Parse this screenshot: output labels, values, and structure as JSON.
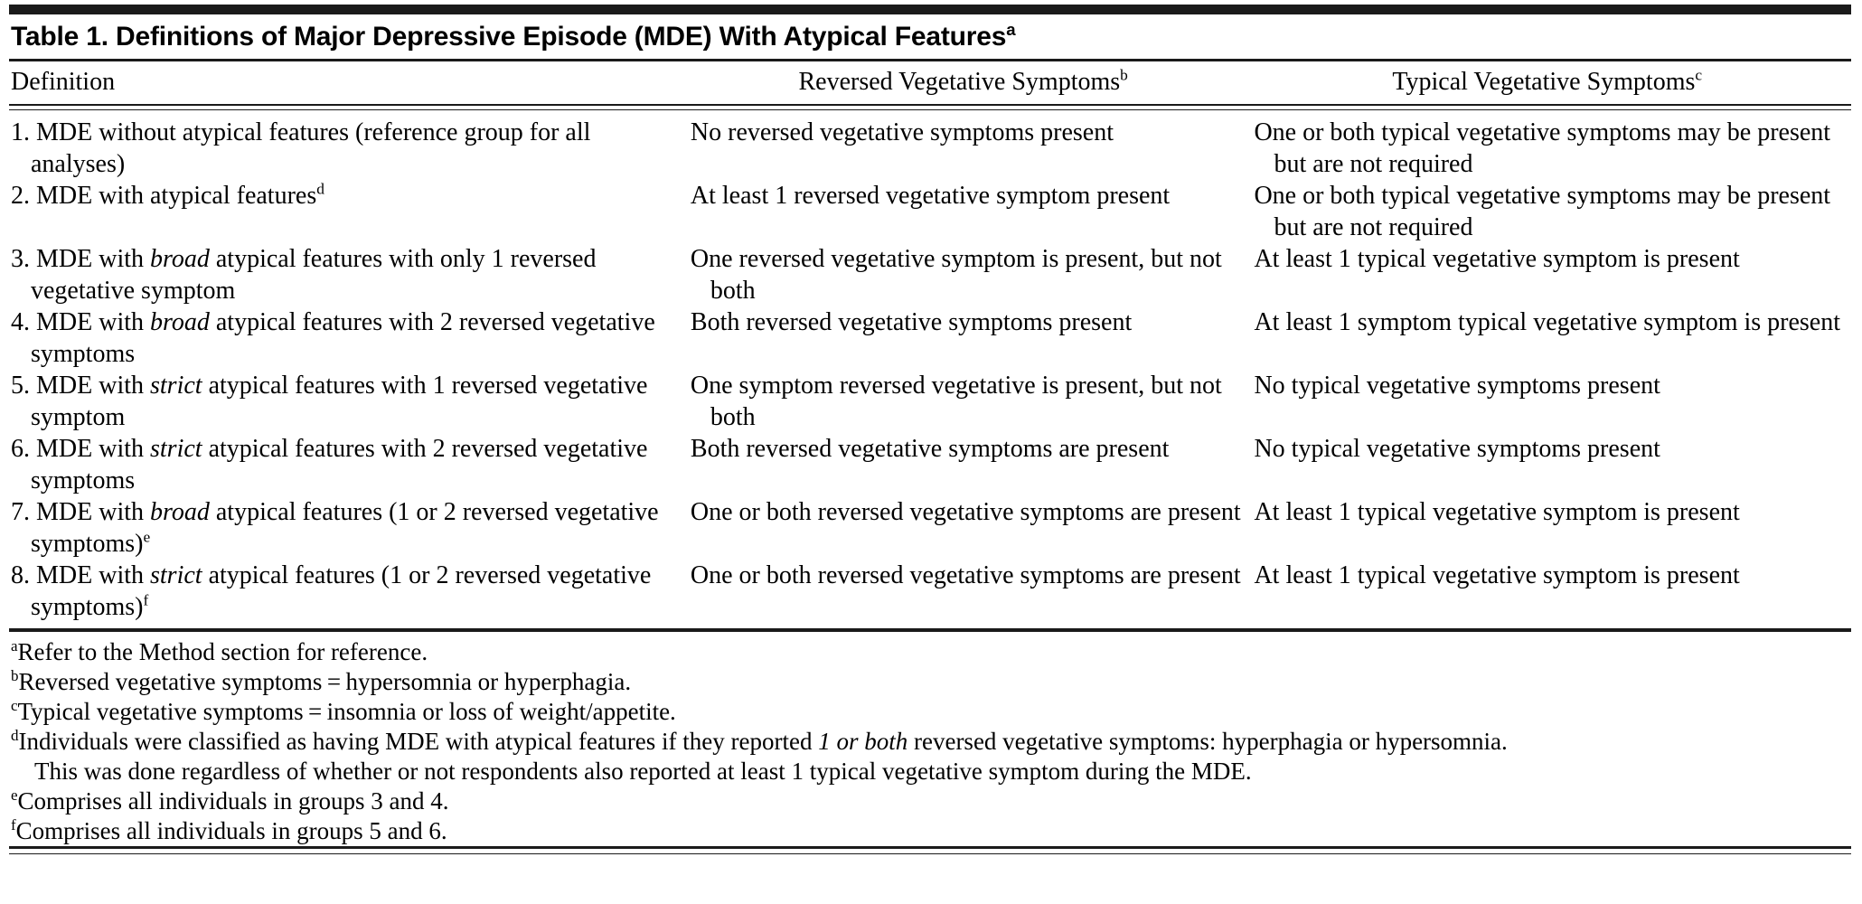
{
  "table": {
    "number_label": "Table 1.",
    "title": "Table 1. Definitions of Major Depressive Episode (MDE) With Atypical Features",
    "title_superscript": "a",
    "columns": [
      {
        "header": "Definition",
        "superscript": ""
      },
      {
        "header": "Reversed Vegetative Symptoms",
        "superscript": "b"
      },
      {
        "header": "Typical Vegetative Symptoms",
        "superscript": "c"
      }
    ],
    "rows": [
      {
        "definition_number": "1.",
        "definition_plain": "1. MDE without atypical features (reference group for all analyses)",
        "definition_pre": "1. MDE without atypical features (reference group for all analyses)",
        "definition_emphasis": "",
        "definition_post": "",
        "definition_superscript": "",
        "reversed": "No reversed vegetative symptoms present",
        "typical": "One or both typical vegetative symptoms may be present but are not required"
      },
      {
        "definition_number": "2.",
        "definition_plain": "2. MDE with atypical features",
        "definition_pre": "2. MDE with atypical features",
        "definition_emphasis": "",
        "definition_post": "",
        "definition_superscript": "d",
        "reversed": "At least 1 reversed vegetative symptom present",
        "typical": "One or both typical vegetative symptoms may be present but are not required"
      },
      {
        "definition_number": "3.",
        "definition_plain": "3. MDE with broad atypical features with only 1 reversed vegetative symptom",
        "definition_pre": "3. MDE with ",
        "definition_emphasis": "broad",
        "definition_post": " atypical features with only 1 reversed vegetative symptom",
        "definition_superscript": "",
        "reversed": "One reversed vegetative symptom is present, but not both",
        "typical": "At least 1 typical vegetative symptom is present"
      },
      {
        "definition_number": "4.",
        "definition_plain": "4. MDE with broad atypical features with 2 reversed vegetative symptoms",
        "definition_pre": "4. MDE with ",
        "definition_emphasis": "broad",
        "definition_post": " atypical features with 2 reversed vegetative symptoms",
        "definition_superscript": "",
        "reversed": "Both reversed vegetative symptoms present",
        "typical": "At least 1 symptom typical vegetative symptom is present"
      },
      {
        "definition_number": "5.",
        "definition_plain": "5. MDE with strict atypical features with 1 reversed vegetative symptom",
        "definition_pre": "5. MDE with ",
        "definition_emphasis": "strict",
        "definition_post": " atypical features with 1 reversed vegetative symptom",
        "definition_superscript": "",
        "reversed": "One symptom reversed vegetative is present, but not both",
        "typical": "No typical vegetative symptoms present"
      },
      {
        "definition_number": "6.",
        "definition_plain": "6. MDE with strict atypical features with 2 reversed vegetative symptoms",
        "definition_pre": "6. MDE with ",
        "definition_emphasis": "strict",
        "definition_post": " atypical features with 2 reversed vegetative symptoms",
        "definition_superscript": "",
        "reversed": "Both reversed vegetative symptoms are present",
        "typical": "No typical vegetative symptoms present"
      },
      {
        "definition_number": "7.",
        "definition_plain": "7. MDE with broad atypical features (1 or 2 reversed vegetative symptoms)",
        "definition_pre": "7. MDE with ",
        "definition_emphasis": "broad",
        "definition_post": " atypical features (1 or 2 reversed vegetative symptoms)",
        "definition_superscript": "e",
        "reversed": "One or both reversed vegetative symptoms are present",
        "typical": "At least 1 typical vegetative symptom is present"
      },
      {
        "definition_number": "8.",
        "definition_plain": "8. MDE with strict atypical features (1 or 2 reversed vegetative symptoms)",
        "definition_pre": "8. MDE with ",
        "definition_emphasis": "strict",
        "definition_post": " atypical features (1 or 2 reversed vegetative symptoms)",
        "definition_superscript": "f",
        "reversed": "One or both reversed vegetative symptoms are present",
        "typical": "At least 1 typical vegetative symptom is present"
      }
    ],
    "footnotes": [
      {
        "marker": "a",
        "text_pre": "Refer to the Method section for reference.",
        "text_emphasis": "",
        "text_post": "",
        "continuation": ""
      },
      {
        "marker": "b",
        "text_pre": "Reversed vegetative symptoms = hypersomnia or hyperphagia.",
        "text_emphasis": "",
        "text_post": "",
        "continuation": ""
      },
      {
        "marker": "c",
        "text_pre": "Typical vegetative symptoms = insomnia or loss of weight/appetite.",
        "text_emphasis": "",
        "text_post": "",
        "continuation": ""
      },
      {
        "marker": "d",
        "text_pre": "Individuals were classified as having MDE with atypical features if they reported ",
        "text_emphasis": "1 or both",
        "text_post": " reversed vegetative symptoms: hyperphagia or hypersomnia.",
        "continuation": "This was done regardless of whether or not respondents also reported at least 1 typical vegetative symptom during the MDE."
      },
      {
        "marker": "e",
        "text_pre": "Comprises all individuals in groups 3 and 4.",
        "text_emphasis": "",
        "text_post": "",
        "continuation": ""
      },
      {
        "marker": "f",
        "text_pre": "Comprises all individuals in groups 5 and 6.",
        "text_emphasis": "",
        "text_post": "",
        "continuation": ""
      }
    ]
  }
}
